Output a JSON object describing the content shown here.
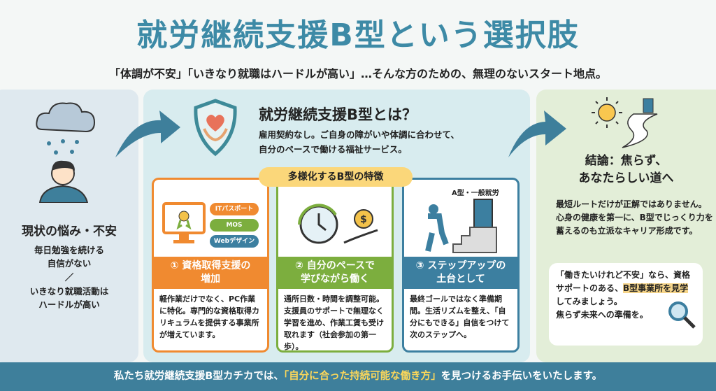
{
  "title": "就労継続支援B型という選択肢",
  "subtitle": "「体調が不安」「いきなり就職はハードルが高い」…そんな方のための、無理のないスタート地点。",
  "left": {
    "heading": "現状の悩み・不安",
    "worry1_line1": "毎日勉強を続ける",
    "worry1_line2": "自信がない",
    "separator": "／",
    "worry2_line1": "いきなり就職活動は",
    "worry2_line2": "ハードルが高い"
  },
  "middle": {
    "title": "就労継続支援B型とは？",
    "desc_line1": "雇用契約なし。ご自身の障がいや体調に合わせて、",
    "desc_line2": "自分のペースで働ける福祉サービス。",
    "features_label": "多様化するB型の特徴",
    "cards": [
      {
        "title_line1": "① 資格取得支援の",
        "title_line2": "増加",
        "body": "軽作業だけでなく、PC作業に特化。専門的な資格取得カリキュラムを提供する事業所が増えています。",
        "tags": [
          "ITパスポート",
          "MOS",
          "Webデザイン"
        ],
        "color": "#f08a30"
      },
      {
        "title_line1": "② 自分のペースで",
        "title_line2": "学びながら働く",
        "body": "通所日数・時間を調整可能。支援員のサポートで無理なく学習を進め、作業工賃も受け取れます（社会参加の第一歩）。",
        "color": "#7cae3e"
      },
      {
        "title_line1": "③ ステップアップの",
        "title_line2": "土台として",
        "body": "最終ゴールではなく準備期間。生活リズムを整え、「自分にもできる」自信をつけて次のステップへ。",
        "door_label": "A型・一般就労",
        "color": "#3c7fa0"
      }
    ]
  },
  "right": {
    "heading_line1": "結論：焦らず、",
    "heading_line2": "あなたらしい道へ",
    "text": "最短ルートだけが正解ではありません。心身の健康を第一に、B型でじっくり力を蓄えるのも立派なキャリア形成です。",
    "note_pre": "「働きたいけれど不安」なら、資格サポートのある、",
    "note_highlight": "B型事業所を見学",
    "note_post": "してみましょう。",
    "note_last": "焦らず未来への準備を。"
  },
  "banner": {
    "pre": "私たち就労継続支援B型カチカでは、",
    "highlight": "「自分に合った持続可能な働き方」",
    "post": "を見つけるお手伝いをいたします。"
  }
}
